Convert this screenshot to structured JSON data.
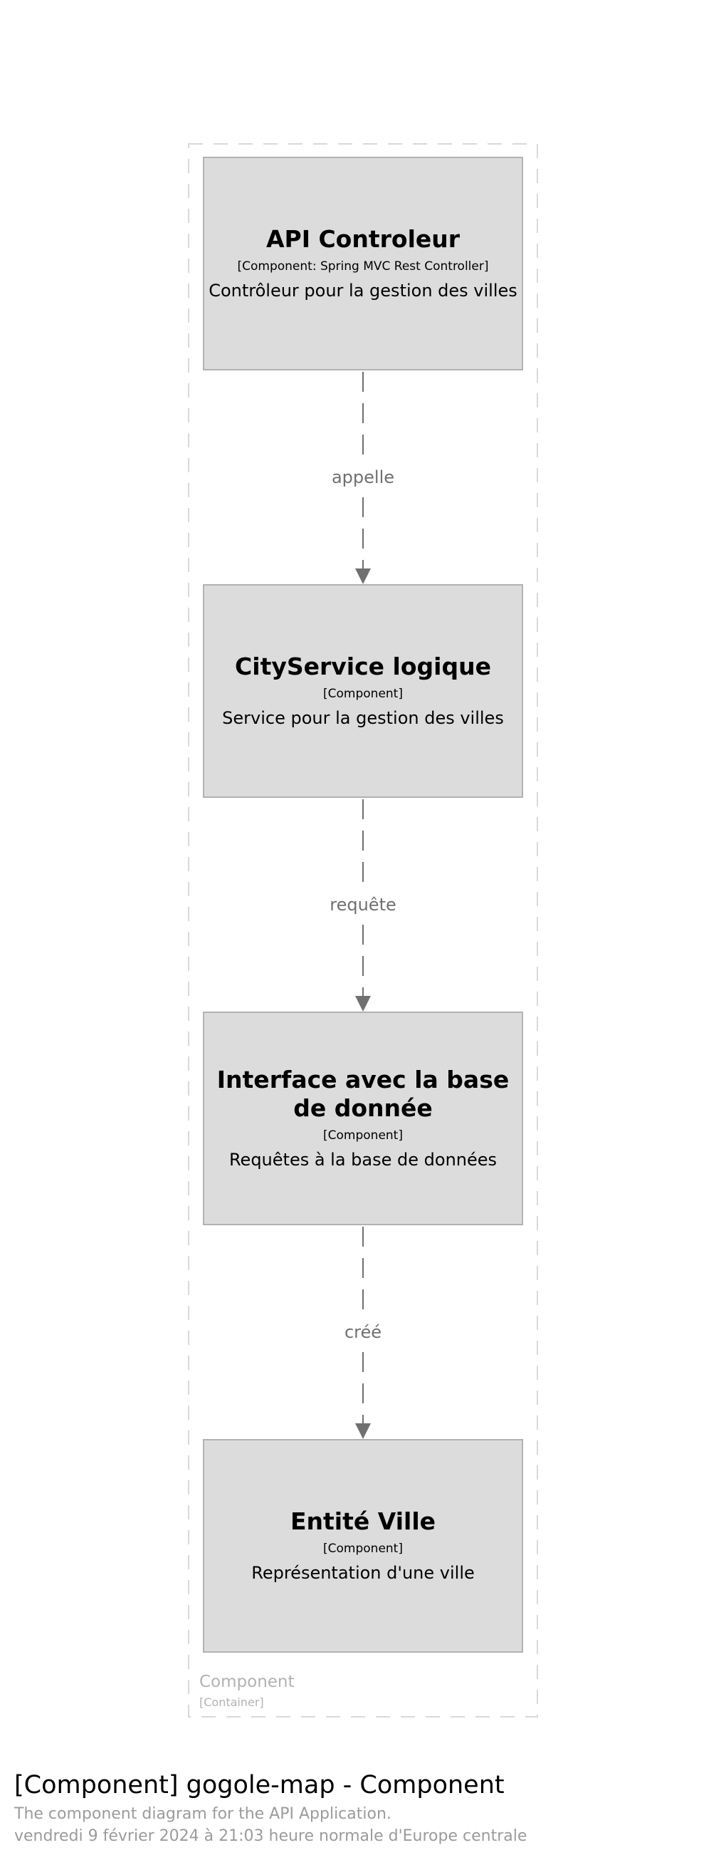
{
  "nodes": [
    {
      "title": "API Controleur",
      "technology": "[Component: Spring MVC Rest Controller]",
      "description": "Contrôleur pour la gestion des villes"
    },
    {
      "title": "CityService logique",
      "technology": "[Component]",
      "description": "Service pour la gestion des villes"
    },
    {
      "title": "Interface avec la base de donnée",
      "technology": "[Component]",
      "description": "Requêtes à la base de données"
    },
    {
      "title": "Entité Ville",
      "technology": "[Component]",
      "description": "Représentation d'une ville"
    }
  ],
  "edges": [
    {
      "label": "appelle"
    },
    {
      "label": "requête"
    },
    {
      "label": "créé"
    }
  ],
  "boundary": {
    "name": "Component",
    "type": "[Container]"
  },
  "footer": {
    "title": "[Component] gogole-map - Component",
    "description": "The component diagram for the API Application.",
    "date": "vendredi 9 février 2024 à 21:03 heure normale d'Europe centrale"
  },
  "colors": {
    "node_fill": "#dcdcdc",
    "node_border": "#b2b2b2",
    "edge": "#707070",
    "boundary": "#d9d9d9"
  }
}
